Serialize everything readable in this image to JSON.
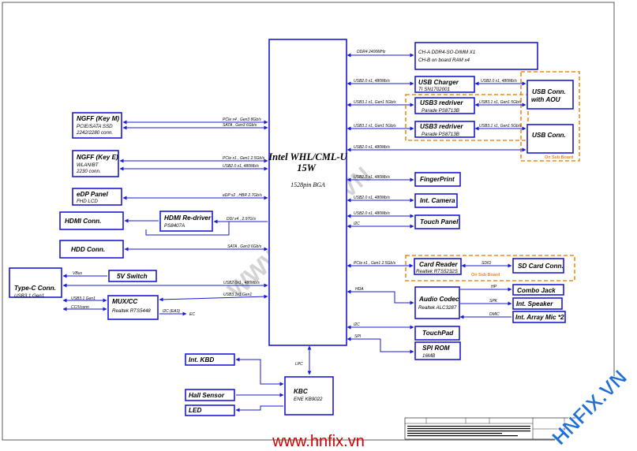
{
  "cpu": {
    "title1": "Intel WHL/CML-U",
    "title2": "15W",
    "package": "1528pin BGA"
  },
  "blocks": {
    "ngff_m": {
      "title": "NGFF (Key M)",
      "sub1": "PCIE/SATA SSD",
      "sub2": "2242/2280 conn."
    },
    "ngff_e": {
      "title": "NGFF (Key E)",
      "sub1": "WLAN/BT",
      "sub2": "2230 conn."
    },
    "edp": {
      "title": "eDP Panel",
      "sub1": "FHD LCD"
    },
    "hdmi_conn": {
      "title": "HDMI Conn."
    },
    "hdmi_redriver": {
      "title": "HDMI Re-driver",
      "sub1": "PS8407A"
    },
    "hdd": {
      "title": "HDD Conn."
    },
    "typec": {
      "title": "Type-C Conn.",
      "sub1": "USB3.1 Gen1"
    },
    "sw5v": {
      "title": "5V Switch"
    },
    "muxcc": {
      "title": "MUX/CC",
      "sub1": "Realtek RTS5448"
    },
    "ddr": {
      "sub1": "CH-A DDR4-SO-DIMM X1",
      "sub2": "CH-B on board RAM x4"
    },
    "usb_charger": {
      "title": "USB Charger",
      "sub1": "TI SN1702001"
    },
    "usb3_redriver_1": {
      "title": "USB3 redriver",
      "sub1": "Parade PS8713B"
    },
    "usb3_redriver_2": {
      "title": "USB3 redriver",
      "sub1": "Parade PS8713B"
    },
    "usb_conn_aou": {
      "title1": "USB Conn.",
      "title2": "with AOU"
    },
    "usb_conn": {
      "title": "USB Conn."
    },
    "fingerprint": {
      "title": "FingerPrint"
    },
    "camera": {
      "title": "Int. Camera"
    },
    "touch_panel": {
      "title": "Touch Panel"
    },
    "card_reader": {
      "title": "Card Reader",
      "sub1": "Realtek RTS5232S"
    },
    "sd_card": {
      "title": "SD Card Conn."
    },
    "audio": {
      "title": "Audio Codec",
      "sub1": "Realtek ALC3287"
    },
    "combo_jack": {
      "title": "Combo Jack"
    },
    "speaker": {
      "title": "Int. Speaker"
    },
    "array_mic": {
      "title": "Int. Array Mic *2"
    },
    "touchpad": {
      "title": "TouchPad"
    },
    "spi_rom": {
      "title": "SPI ROM",
      "sub1": "16MB"
    },
    "kbc": {
      "title": "KBC",
      "sub1": "ENE KB9022"
    },
    "int_kbd": {
      "title": "Int. KBD"
    },
    "hall": {
      "title": "Hall Sensor"
    },
    "led": {
      "title": "LED"
    }
  },
  "buses": {
    "ddr4": "DDR4 2400MHz",
    "usb20_480": "USB2.0 x1, 480Mb/s",
    "usb31_gen1_5g": "USB3.1 x1, Gen1 5Gb/s",
    "ngffm_pcie": "PCIe x4 , Gen3 8Gb/s",
    "ngffm_sata": "SATA , Gen3 6Gb/s",
    "ngffe_pcie": "PCIe x1 , Gen1 2.5Gb/s",
    "edp": "eDP x2 , HBR 2.7Gb/s",
    "ddi": "DDI x4 , 2.97G/s",
    "sata_hdd": "SATA , Gen3 6Gb/s",
    "usb20_typec": "USB2.0x1 , 480Mb/s",
    "usb31_typec": "USB3.1x1,Gen1",
    "vbus": "VBus",
    "usb31_gen1_short": "USB3.1 Gen1",
    "cc_vconn": "CC/Vconn",
    "i2c_ec": "I2C (EA3)",
    "ec": "EC",
    "i2c": "I2C",
    "pcie_cr": "PCIe x1 , Gen1 2.5Gb/s",
    "sdio": "SDIO",
    "hda": "HDA",
    "hp": "HP",
    "spk": "SPK",
    "dmic": "DMIC",
    "spi": "SPI",
    "lpc": "LPC"
  },
  "sub_board": "On Sub Board",
  "watermark": "WWW.HNFIX.VN",
  "corner_logo": "HNFIX.VN",
  "footer_url": "www.hnfix.vn",
  "colors": {
    "block_border": "#1a1ad6",
    "sub_board": "#ef8a1c",
    "footer": "#d00000",
    "logo": "#1f6fd8"
  }
}
